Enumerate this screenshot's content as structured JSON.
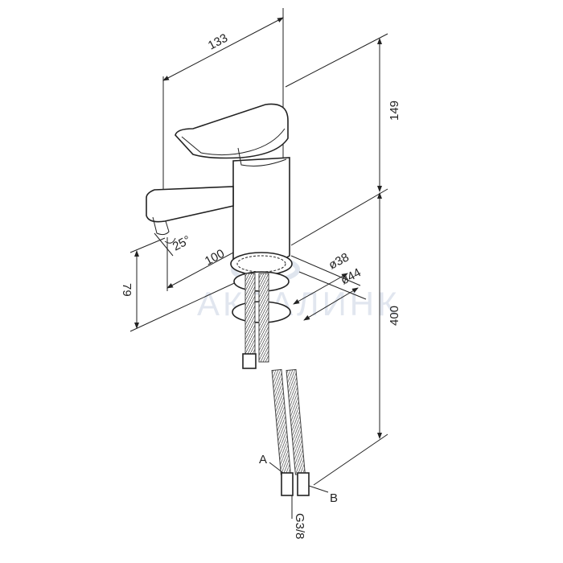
{
  "drawing": {
    "title": "Faucet dimension drawing",
    "dimensions": {
      "width": "133",
      "height_body": "149",
      "hose_length": "400",
      "spout_height": "79",
      "spout_reach": "100",
      "spout_angle": "25°",
      "base_diameter_small": "ø38",
      "base_diameter_large": "ø44"
    },
    "labels": {
      "hose_a": "A",
      "hose_b": "B",
      "thread": "G3/8"
    },
    "watermark": "АКВАЛИНК"
  }
}
